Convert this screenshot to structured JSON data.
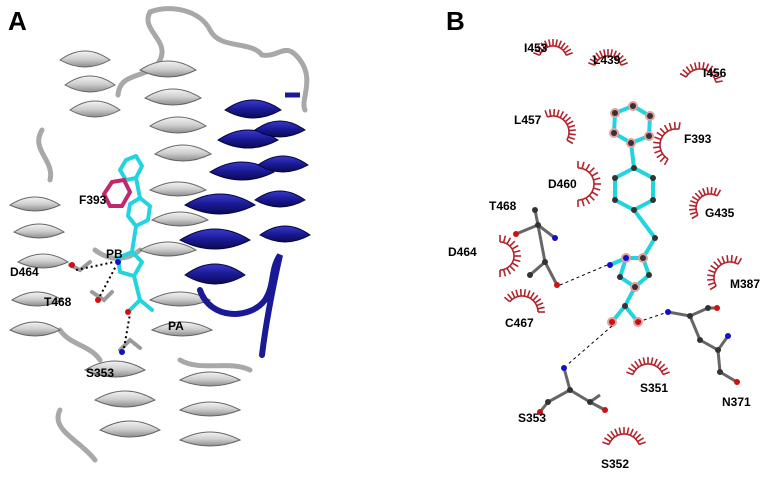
{
  "panel_a": {
    "letter": "A",
    "labels": {
      "f393": "F393",
      "pb": "PB",
      "d464": "D464",
      "t468": "T468",
      "pa": "PA",
      "s353": "S353"
    }
  },
  "panel_b": {
    "letter": "B",
    "hydrophobic_residues": {
      "i453": "I453",
      "l439": "L439",
      "i456": "I456",
      "l457": "L457",
      "f393": "F393",
      "d460": "D460",
      "g435": "G435",
      "m387": "M387",
      "c467": "C467",
      "s351": "S351",
      "s352": "S352"
    },
    "bonded_residues": {
      "t468": "T468",
      "d464": "D464",
      "s353": "S353",
      "n371": "N371"
    }
  },
  "colors": {
    "helix_grey": "#d8d8d8",
    "helix_blue": "#1a1a8c",
    "ligand_cyan": "#22d4e0",
    "ligand_magenta": "#c0286e",
    "hydrophobic_red": "#b3242c",
    "bond_grey": "#666666",
    "oxygen_red": "#d01010",
    "nitrogen_blue": "#1010c8"
  }
}
